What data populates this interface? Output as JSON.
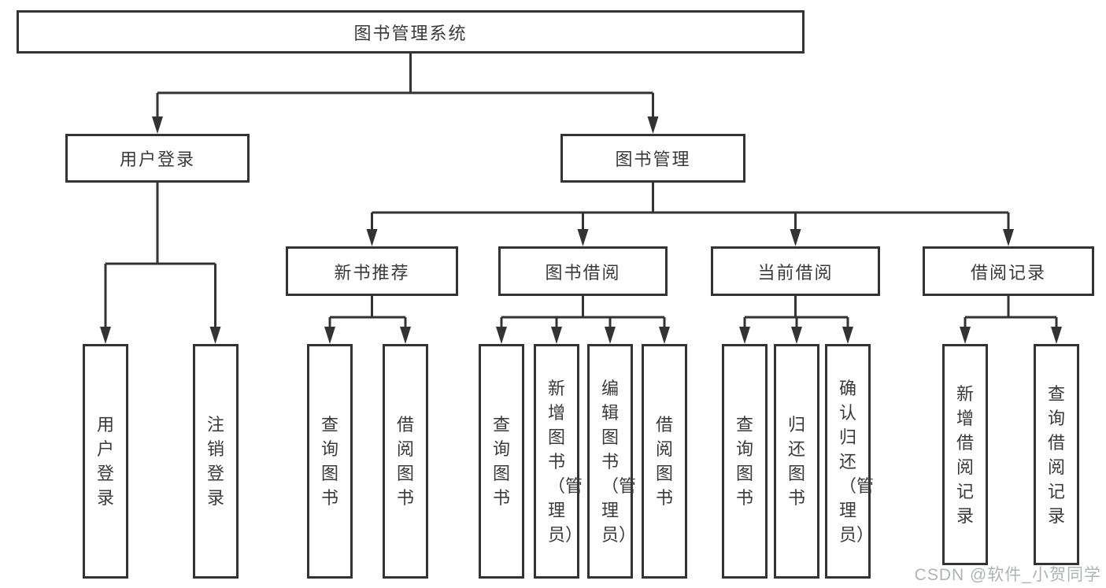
{
  "diagram": {
    "type": "hierarchy-tree",
    "root": {
      "label": "图书管理系统"
    },
    "branches": [
      {
        "label": "用户登录",
        "children": [
          {
            "label": "用户登录"
          },
          {
            "label": "注销登录"
          }
        ]
      },
      {
        "label": "图书管理",
        "children": [
          {
            "label": "新书推荐",
            "children": [
              {
                "label": "查询图书"
              },
              {
                "label": "借阅图书"
              }
            ]
          },
          {
            "label": "图书借阅",
            "children": [
              {
                "label": "查询图书"
              },
              {
                "label": "新增图书（管理员）"
              },
              {
                "label": "编辑图书（管理员）"
              },
              {
                "label": "借阅图书"
              }
            ]
          },
          {
            "label": "当前借阅",
            "children": [
              {
                "label": "查询图书"
              },
              {
                "label": "归还图书"
              },
              {
                "label": "确认归还（管理员）"
              }
            ]
          },
          {
            "label": "借阅记录",
            "children": [
              {
                "label": "新增借阅记录"
              },
              {
                "label": "查询借阅记录"
              }
            ]
          }
        ]
      }
    ]
  },
  "watermark": {
    "text": "CSDN @软件_小贺同学"
  },
  "colors": {
    "line": "#333333",
    "box_border": "#333333",
    "box_background": "#ffffff",
    "text": "#3a3a3a",
    "watermark": "#abaeb3",
    "background": "#ffffff"
  }
}
